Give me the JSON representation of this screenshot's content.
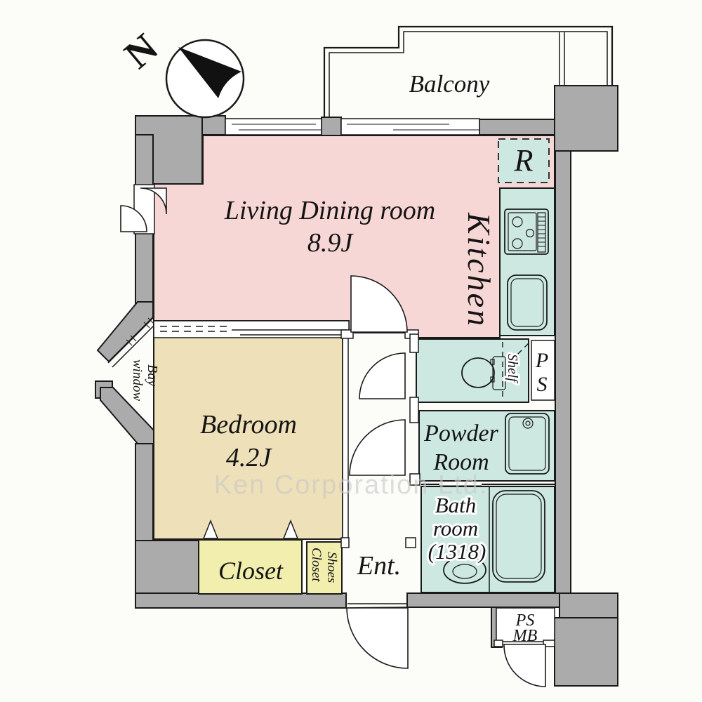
{
  "compass": {
    "label": "N"
  },
  "watermark": {
    "text": "Ken Corporation Ltd."
  },
  "rooms": {
    "balcony": {
      "label": "Balcony"
    },
    "living": {
      "label": "Living Dining room",
      "area": "8.9J"
    },
    "kitchen": {
      "label": "Kitchen"
    },
    "refrigerator": {
      "label": "R"
    },
    "shelf": {
      "label": "Shelf"
    },
    "pipe_space": {
      "line1": "P",
      "line2": "S"
    },
    "powder_room": {
      "line1": "Powder",
      "line2": "Room"
    },
    "bathroom": {
      "line1": "Bath",
      "line2": "room",
      "line3": "(1318)"
    },
    "bedroom": {
      "label": "Bedroom",
      "area": "4.2J"
    },
    "closet": {
      "label": "Closet"
    },
    "shoes_closet": {
      "line1": "Shoes",
      "line2": "Closet"
    },
    "entrance": {
      "label": "Ent."
    },
    "bay_window": {
      "line1": "Bay",
      "line2": "window"
    },
    "ps_mb": {
      "line1": "PS",
      "line2": "MB"
    }
  },
  "colors": {
    "living": "#f7d7d5",
    "wet_area": "#cde8e1",
    "bedroom": "#eee0b8",
    "closet": "#f1eeae",
    "wall": "#ababab",
    "outline": "#1a1a1a",
    "background": "#fcfdf9"
  }
}
